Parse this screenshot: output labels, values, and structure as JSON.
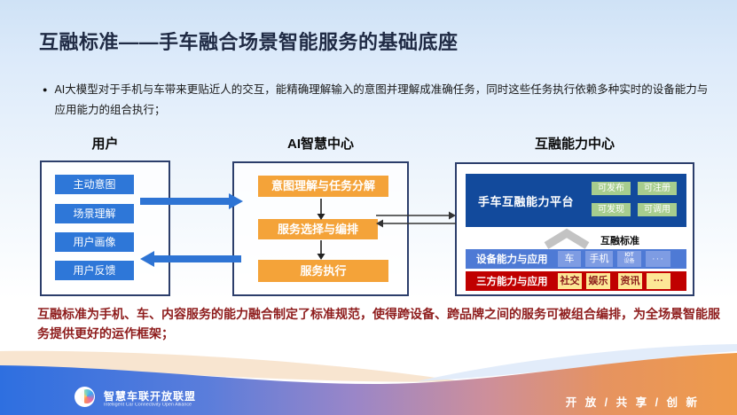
{
  "slide": {
    "title": "互融标准——手车融合场景智能服务的基础底座",
    "bullet_marker": "●",
    "bullet": "AI大模型对于手机与车带来更贴近人的交互，能精确理解输入的意图并理解成准确任务，同时这些任务执行依赖多种实时的设备能力与应用能力的组合执行；",
    "summary": "互融标准为手机、车、内容服务的能力融合制定了标准规范，使得跨设备、跨品牌之间的服务可被组合编排，为全场景智能服务提供更好的运作框架；"
  },
  "diagram": {
    "user_column": {
      "title": "用户",
      "items": [
        "主动意图",
        "场景理解",
        "用户画像",
        "用户反馈"
      ]
    },
    "ai_column": {
      "title": "AI智慧中心",
      "steps": [
        "意图理解与任务分解",
        "服务选择与编排",
        "服务执行"
      ]
    },
    "capability_column": {
      "title": "互融能力中心",
      "platform": {
        "label": "手车互融能力平台",
        "tags": [
          "可发布",
          "可注册",
          "可发现",
          "可调用"
        ]
      },
      "standard_label": "互融标准",
      "device_row": {
        "label": "设备能力与应用",
        "chips": [
          "车",
          "手机"
        ],
        "iot_chip": {
          "top": "IOT",
          "bottom": "设备"
        },
        "more": "···"
      },
      "third_party_row": {
        "label": "三方能力与应用",
        "chips": [
          "社交",
          "娱乐",
          "资讯"
        ],
        "more": "···"
      }
    }
  },
  "footer": {
    "org_name": "智慧车联开放联盟",
    "org_subtitle": "Intelligent Car Connectivity Open Alliance",
    "slogan": "开 放 / 共 享 / 创 新"
  },
  "colors": {
    "title_text": "#1f2a44",
    "summary_text": "#8e1c1c",
    "user_chip_blue": "#2e77d8",
    "ai_step_orange": "#f4a339",
    "platform_panel_blue": "#124a9c",
    "platform_tag_green": "#a7cd8e",
    "device_row_blue": "#4e7ad5",
    "device_chip_blue": "#7e9ce3",
    "third_party_red": "#c00000",
    "third_party_chip_yellow": "#fde796",
    "arrow_blue": "#2e74d4",
    "box_border_navy": "#2c3e6b",
    "footer_gradient_left": "#2e6fe0",
    "footer_gradient_right": "#ef9b4a"
  }
}
